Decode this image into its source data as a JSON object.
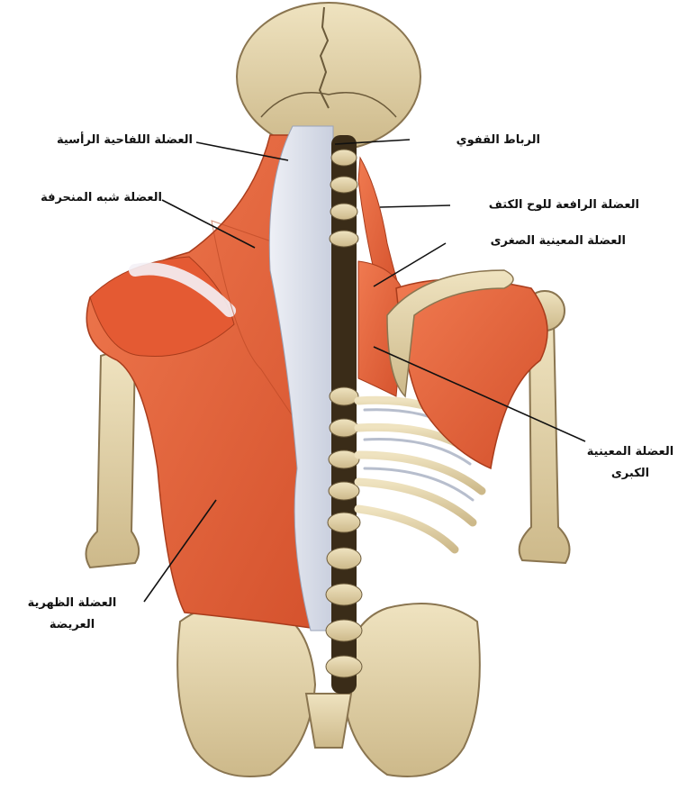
{
  "labels": {
    "splenius_capitis": "العضلة اللفاحية الرأسية",
    "nuchal_ligament": "الرباط القفوي",
    "trapezius": "العضلة شبه المنحرفة",
    "levator_scapulae": "العضلة الرافعة للوح الكتف",
    "rhomboid_minor": "العضلة المعينية الصغرى",
    "rhomboid_major_line1": "العضلة المعينية",
    "rhomboid_major_line2": "الكبرى",
    "latissimus_line1": "العضلة  الظهرية",
    "latissimus_line2": "العريضة"
  },
  "colors": {
    "muscle": "#e8623a",
    "muscle_dark": "#c94a26",
    "bone": "#e2d3a8",
    "bone_shade": "#b8a277",
    "tendon": "#dfe3ee",
    "leader_line": "#111111"
  }
}
